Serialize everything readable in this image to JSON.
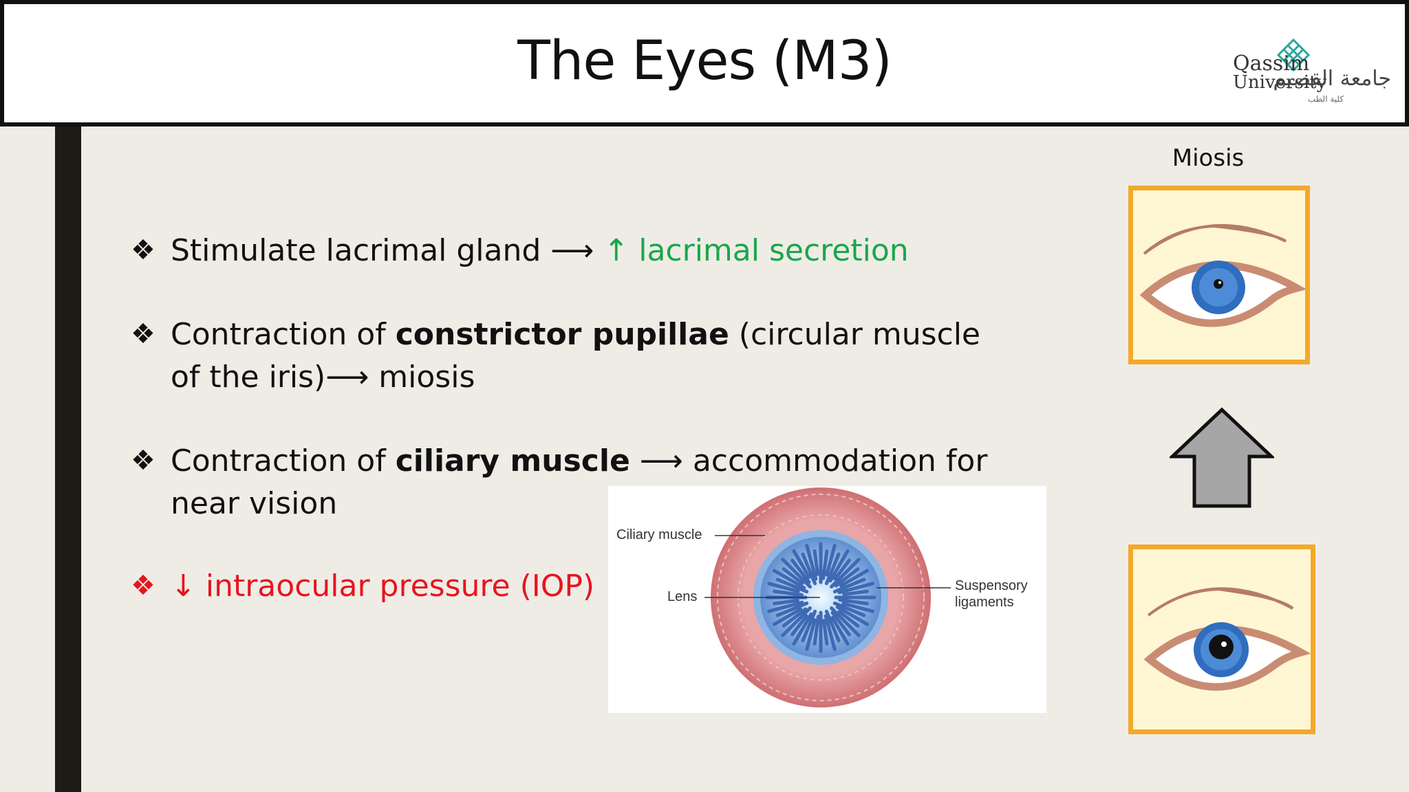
{
  "header": {
    "title": "The Eyes (M3)",
    "logo": {
      "english_line1": "Qassim",
      "english_line2": "University",
      "arabic": "جامعة القصيم",
      "arabic_sub": "كلية الطب"
    }
  },
  "bullets": [
    {
      "marker": "❖",
      "pre": "Stimulate lacrimal gland ⟶ ",
      "highlight": "↑ lacrimal secretion"
    },
    {
      "marker": "❖",
      "pre": "Contraction of ",
      "bold": "constrictor pupillae",
      "post": " (circular muscle of the iris)⟶ miosis"
    },
    {
      "marker": "❖",
      "pre": "Contraction of ",
      "bold": "ciliary muscle",
      "post": " ⟶ accommodation for near vision"
    },
    {
      "marker": "❖",
      "text": "↓ intraocular pressure (IOP)"
    }
  ],
  "diagram": {
    "labels": {
      "ciliary": "Ciliary muscle",
      "lens": "Lens",
      "suspensory_line1": "Suspensory",
      "suspensory_line2": "ligaments"
    }
  },
  "eyes": {
    "caption": "Miosis"
  },
  "colors": {
    "green": "#18a74a",
    "red": "#e8141e",
    "eye_border": "#f3a92a",
    "arrow_fill": "#a6a6a6"
  }
}
